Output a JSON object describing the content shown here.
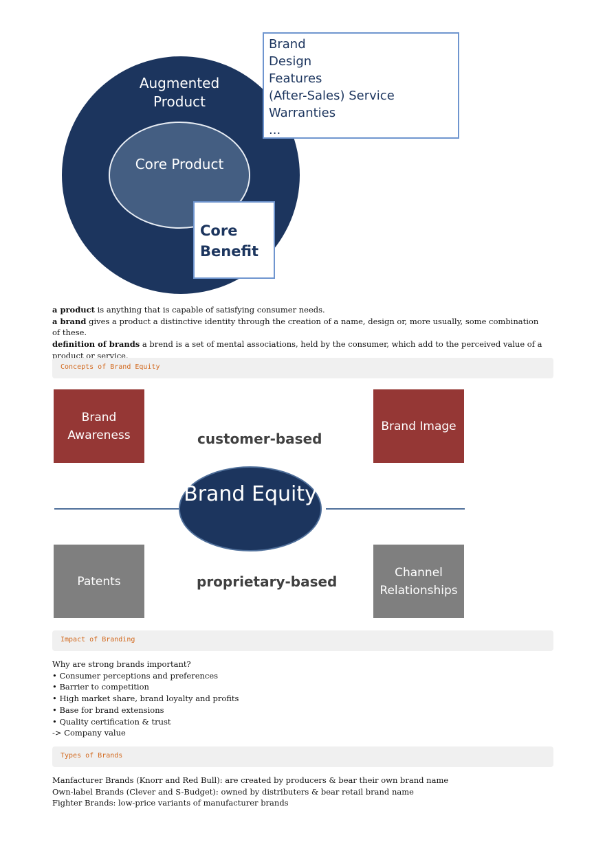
{
  "product_diagram": {
    "outer_label": "Augmented Product",
    "inner_label": "Core Product",
    "benefit_label": "Core Benefit",
    "list": [
      "Brand",
      "Design",
      "Features",
      "(After-Sales) Service",
      "Warranties",
      "..."
    ],
    "colors": {
      "outer": "#1c355e",
      "inner": "#445e82",
      "box_border": "#6f95cf"
    }
  },
  "definitions": [
    {
      "term": "a product",
      "text": " is anything that is capable of satisfying consumer needs."
    },
    {
      "term": "a brand",
      "text": " gives a product a distinctive identity through the creation of a name, design or, more usually, some combination of these."
    },
    {
      "term": "definition of brands",
      "text": " a brend is a set of mental associations, held by the consumer, which add to the perceived value of a product or service."
    }
  ],
  "sections": {
    "concepts": "Concepts of Brand Equity",
    "impact": "Impact of Branding",
    "types": "Types of Brands"
  },
  "equity_diagram": {
    "center": "Brand Equity",
    "top_label": "customer-based",
    "bottom_label": "proprietary-based",
    "boxes": {
      "top_left": "Brand Awareness",
      "top_right": "Brand Image",
      "bottom_left": "Patents",
      "bottom_right": "Channel Relationships"
    },
    "colors": {
      "red": "#953735",
      "grey": "#7f7f7f",
      "center": "#1c355e"
    }
  },
  "impact_lines": [
    "Why are strong brands important?",
    "• Consumer perceptions and preferences",
    "• Barrier to competition",
    "• High market share, brand loyalty and profits",
    "• Base for brand extensions",
    "• Quality certification & trust",
    "-> Company value"
  ],
  "type_lines": [
    "Manfacturer Brands (Knorr and Red Bull): are created by producers & bear their own brand name",
    "Own-label Brands (Clever and S-Budget): owned by distributers & bear retail brand name",
    "Fighter Brands: low-price variants of manufacturer brands"
  ]
}
